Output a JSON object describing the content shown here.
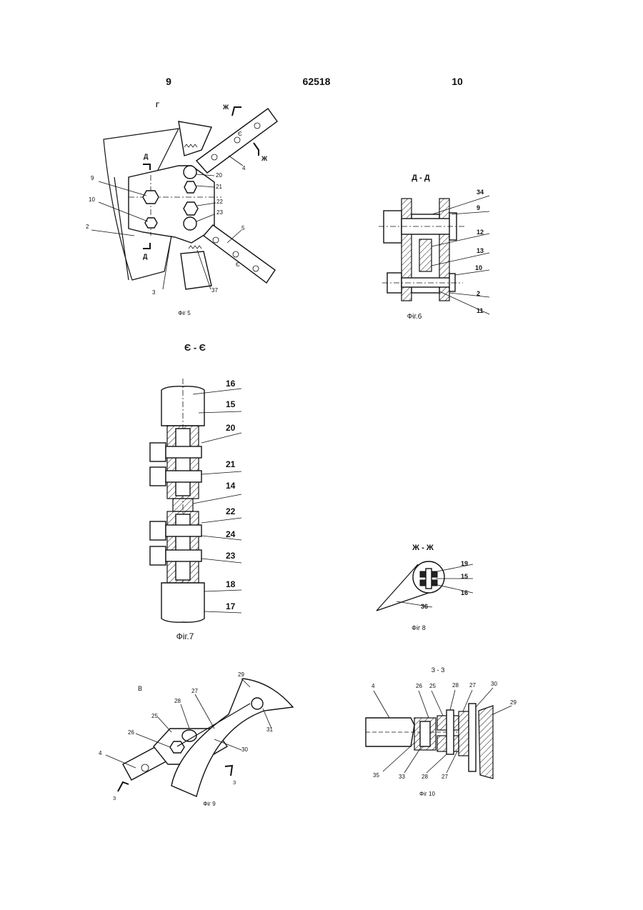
{
  "header": {
    "page_left": "9",
    "patent_number": "62518",
    "page_right": "10"
  },
  "fig5": {
    "caption": "Фіг 5",
    "section_marks": [
      "Г",
      "Ж",
      "Ж",
      "Д",
      "Д",
      "Є",
      "Є"
    ],
    "labels": [
      "9",
      "10",
      "2",
      "20",
      "21",
      "22",
      "23",
      "4",
      "5",
      "3",
      "37"
    ]
  },
  "fig6": {
    "section_title": "Д - Д",
    "caption": "Фіг.6",
    "labels": [
      "34",
      "9",
      "12",
      "13",
      "10",
      "2",
      "11"
    ]
  },
  "fig7": {
    "section_title": "Є - Є",
    "caption": "Фіг.7",
    "labels": [
      "16",
      "15",
      "20",
      "21",
      "14",
      "22",
      "24",
      "23",
      "18",
      "17"
    ]
  },
  "fig8": {
    "section_title": "Ж - Ж",
    "caption": "Фіг 8",
    "labels": [
      "19",
      "15",
      "16",
      "36"
    ]
  },
  "fig9": {
    "caption": "Фіг 9",
    "view_mark": "В",
    "section_marks": [
      "З",
      "З"
    ],
    "labels": [
      "29",
      "28",
      "27",
      "25",
      "26",
      "31",
      "30",
      "4"
    ]
  },
  "fig10": {
    "section_title": "З - З",
    "caption": "Фіг 10",
    "labels": [
      "4",
      "26",
      "25",
      "28",
      "27",
      "30",
      "29",
      "35",
      "33",
      "28",
      "27"
    ]
  }
}
